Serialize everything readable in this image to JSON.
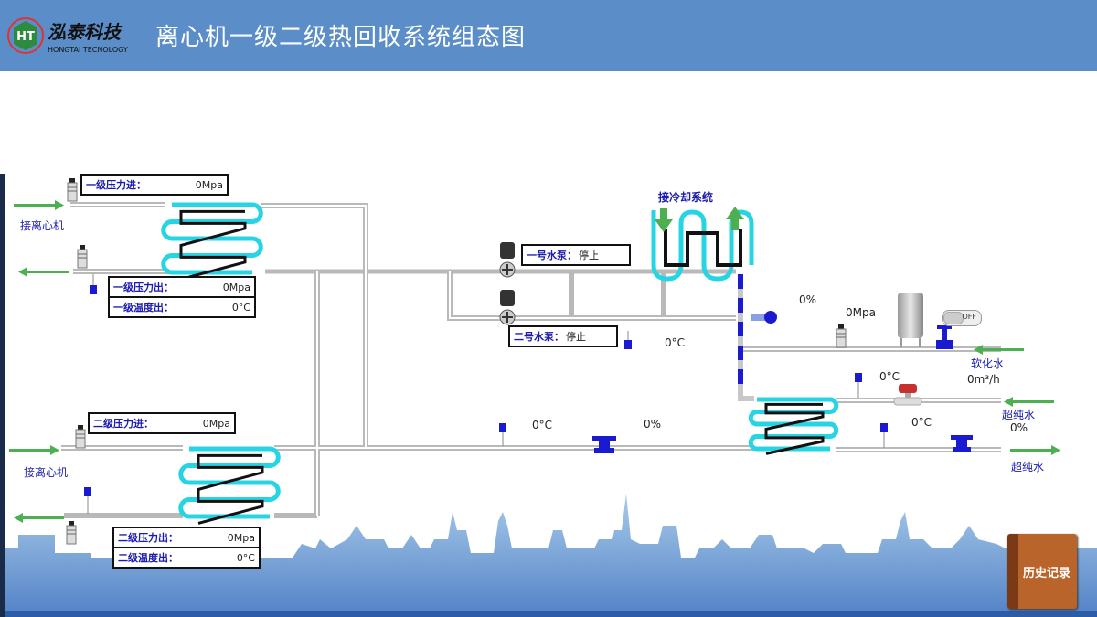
{
  "header": {
    "logo_mark": "HT",
    "logo_cn": "泓泰科技",
    "logo_en": "HONGTAI TECNOLOGY",
    "title": "离心机一级二级热回收系统组态图"
  },
  "colors": {
    "header_bg": "#5b8ec8",
    "coil": "#26d4e4",
    "pipe": "#b9b9b9",
    "label_blue": "#1b1bb0",
    "arrow_green": "#4caf50",
    "valve_blue": "#1a1ad0"
  },
  "stage1": {
    "inlet_label": "接离心机",
    "pressure_in": {
      "label": "一级压力进：",
      "value": "0Mpa"
    },
    "pressure_out": {
      "label": "一级压力出：",
      "value": "0Mpa"
    },
    "temp_out": {
      "label": "一级温度出：",
      "value": "0°C"
    }
  },
  "stage2": {
    "inlet_label": "接离心机",
    "pressure_in": {
      "label": "二级压力进：",
      "value": "0Mpa"
    },
    "pressure_out": {
      "label": "二级压力出：",
      "value": "0Mpa"
    },
    "temp_out": {
      "label": "二级温度出：",
      "value": "0°C"
    }
  },
  "pumps": [
    {
      "label": "一号水泵：",
      "status": "停止"
    },
    {
      "label": "二号水泵：",
      "status": "停止"
    }
  ],
  "cooling": {
    "label": "接冷却系统"
  },
  "readings": {
    "pump_temp": "0°C",
    "valve1_open": "0%",
    "soft_pressure": "0Mpa",
    "upw_in_temp": "0°C",
    "flow": "0m³/h",
    "upw_out_temp": "0°C",
    "valve_upw_open": "0%",
    "main_temp": "0°C",
    "main_valve_open": "0%"
  },
  "soft_water": {
    "label": "软化水",
    "switch_state": "OFF"
  },
  "upw_in": {
    "label": "超纯水"
  },
  "upw_out": {
    "label": "超纯水"
  },
  "history_button": {
    "label": "历史记录"
  }
}
